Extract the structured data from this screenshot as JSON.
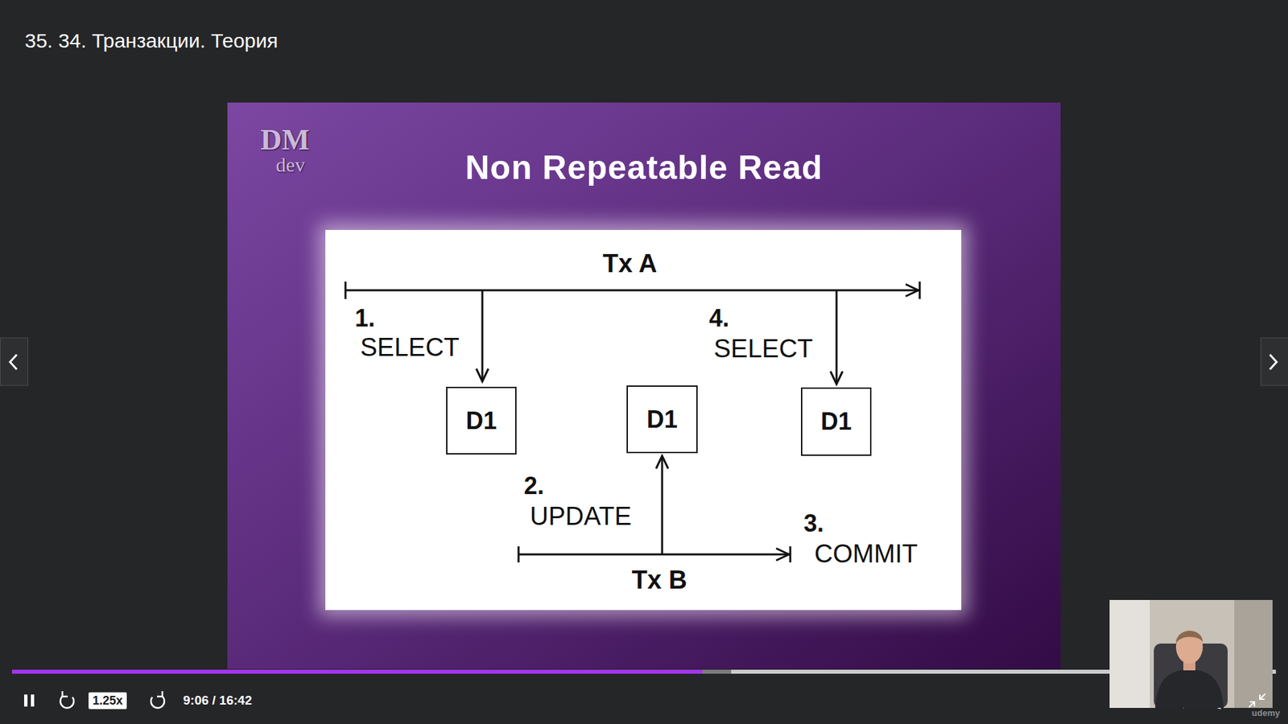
{
  "diagram": {
    "title": "Non Repeatable Read",
    "nodes": [
      {
        "text": [
          "D1"
        ]
      },
      {
        "text": [
          "D1"
        ]
      },
      {
        "text": [
          "D1"
        ]
      }
    ],
    "labels": [
      "35. 34. Транзакции. Теория",
      "DM",
      "dev",
      "Tx A",
      "1.",
      "SELECT",
      "4.",
      "SELECT",
      "2.",
      "UPDATE",
      "3.",
      "COMMIT",
      "Tx B",
      "1.25x",
      "9:06 / 16:42",
      "udemy"
    ]
  }
}
